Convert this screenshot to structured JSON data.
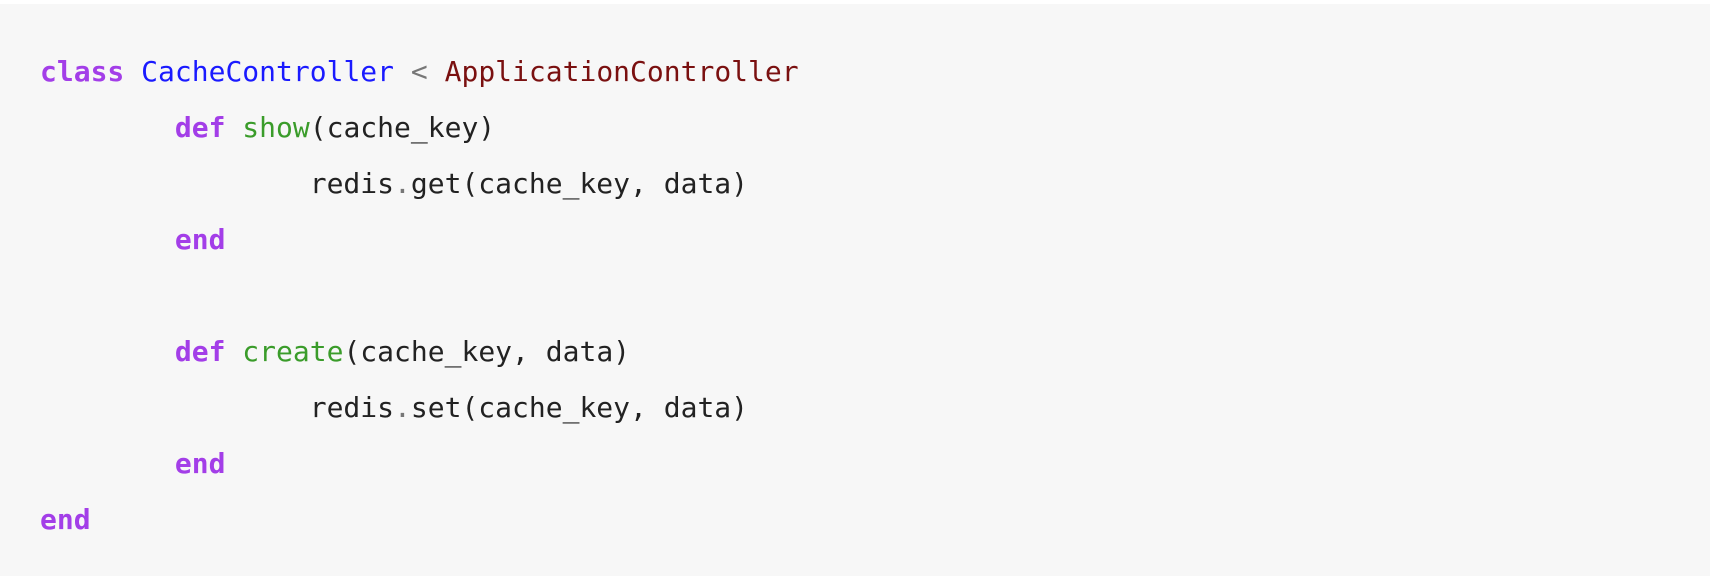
{
  "code": {
    "language": "ruby",
    "lines": [
      {
        "indent": 0,
        "tokens": [
          {
            "t": "class",
            "k": "kw"
          },
          {
            "t": " "
          },
          {
            "t": "CacheController",
            "k": "cls"
          },
          {
            "t": " "
          },
          {
            "t": "<",
            "k": "op"
          },
          {
            "t": " "
          },
          {
            "t": "ApplicationController",
            "k": "sup"
          }
        ]
      },
      {
        "indent": 1,
        "tokens": [
          {
            "t": "def",
            "k": "kw"
          },
          {
            "t": " "
          },
          {
            "t": "show",
            "k": "fn"
          },
          {
            "t": "(cache_key)"
          }
        ]
      },
      {
        "indent": 2,
        "tokens": [
          {
            "t": "redis"
          },
          {
            "t": ".",
            "k": "op"
          },
          {
            "t": "get(cache_key, data)"
          }
        ]
      },
      {
        "indent": 1,
        "tokens": [
          {
            "t": "end",
            "k": "kw"
          }
        ]
      },
      {
        "indent": 0,
        "tokens": []
      },
      {
        "indent": 1,
        "tokens": [
          {
            "t": "def",
            "k": "kw"
          },
          {
            "t": " "
          },
          {
            "t": "create",
            "k": "fn"
          },
          {
            "t": "(cache_key, data)"
          }
        ]
      },
      {
        "indent": 2,
        "tokens": [
          {
            "t": "redis"
          },
          {
            "t": ".",
            "k": "op"
          },
          {
            "t": "set(cache_key, data)"
          }
        ]
      },
      {
        "indent": 1,
        "tokens": [
          {
            "t": "end",
            "k": "kw"
          }
        ]
      },
      {
        "indent": 0,
        "tokens": [
          {
            "t": "end",
            "k": "kw"
          }
        ]
      }
    ]
  },
  "colors": {
    "background": "#f7f7f7",
    "keyword": "#a33ee8",
    "class": "#1a1aff",
    "superclass": "#7a1010",
    "function": "#3a9c2a",
    "text": "#222222"
  }
}
